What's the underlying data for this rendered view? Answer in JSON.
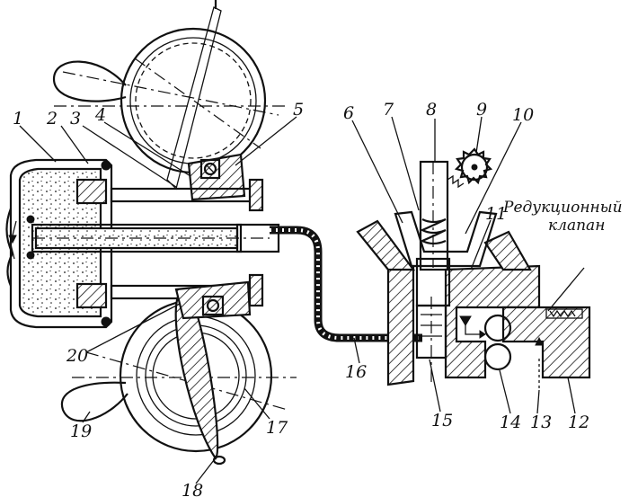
{
  "labels": {
    "n1": "1",
    "n2": "2",
    "n3": "3",
    "n4": "4",
    "n5": "5",
    "n6": "6",
    "n7": "7",
    "n8": "8",
    "n9": "9",
    "n10": "10",
    "n11": "11",
    "n12": "12",
    "n13": "13",
    "n14": "14",
    "n15": "15",
    "n16": "16",
    "n17": "17",
    "n18": "18",
    "n19": "19",
    "n20": "20"
  },
  "reducing_valve": {
    "line1": "Редукционный",
    "line2": "клапан"
  }
}
